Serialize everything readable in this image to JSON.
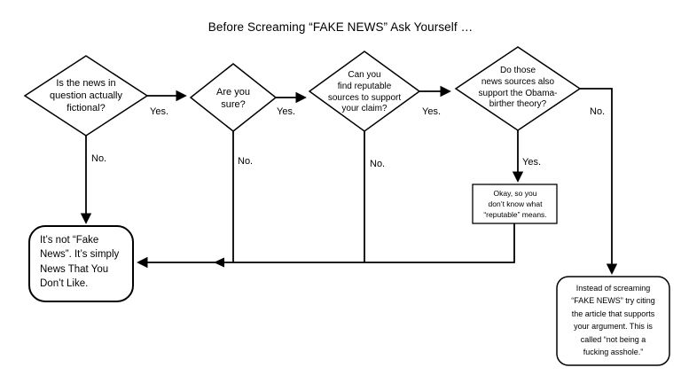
{
  "title": "Before Screaming “FAKE NEWS” Ask Yourself …",
  "diagram": {
    "nodes": {
      "fictional": "Is the news in\nquestion actually\nfictional?",
      "sure": "Are you\nsure?",
      "sources": "Can you\nfind reputable\nsources to support\nyour claim?",
      "birther": "Do those\nnews sources also\nsupport the Obama-\nbirther theory?",
      "reputable": "Okay, so you\ndon’t  know what\n“reputable” means.",
      "not_fake": "It’s not “Fake\nNews”. It’s simply\nNews That You\nDon’t Like.",
      "instead": "Instead of screaming\n“FAKE NEWS” try citing\nthe article that supports\nyour argument. This is\ncalled “not being a\nfucking asshole.”"
    },
    "labels": {
      "yes": "Yes.",
      "no": "No."
    },
    "colors": {
      "stroke": "#000000",
      "fill": "#ffffff",
      "background": "#ffffff"
    }
  }
}
